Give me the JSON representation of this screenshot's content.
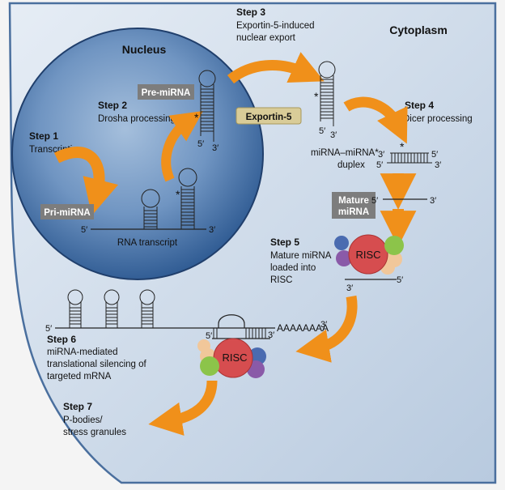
{
  "regions": {
    "nucleus": "Nucleus",
    "cytoplasm": "Cytoplasm"
  },
  "steps": [
    {
      "title": "Step 1",
      "lines": [
        "Transcription"
      ]
    },
    {
      "title": "Step 2",
      "lines": [
        "Drosha processing"
      ]
    },
    {
      "title": "Step 3",
      "lines": [
        "Exportin-5-induced",
        "nuclear export"
      ]
    },
    {
      "title": "Step 4",
      "lines": [
        "Dicer processing"
      ]
    },
    {
      "title": "Step 5",
      "lines": [
        "Mature miRNA",
        "loaded into",
        "RISC"
      ]
    },
    {
      "title": "Step 6",
      "lines": [
        "miRNA-mediated",
        "translational silencing of",
        "targeted mRNA"
      ]
    },
    {
      "title": "Step 7",
      "lines": [
        "P-bodies/",
        "stress granules"
      ]
    }
  ],
  "tags": {
    "pri_mirna": "Pri-miRNA",
    "pre_mirna": "Pre-miRNA",
    "exportin": "Exportin-5",
    "mature_mirna": [
      "Mature",
      "miRNA"
    ]
  },
  "labels": {
    "rna_transcript": "RNA transcript",
    "duplex": [
      "miRNA–miRNA*",
      "duplex"
    ],
    "risc": "RISC",
    "poly_a": "AAAAAAAA",
    "five_prime": "5′",
    "three_prime": "3′",
    "star": "*"
  },
  "colors": {
    "nucleus_core": "#5f86b6",
    "nucleus_edge": "#244e86",
    "cytoplasm": "#cfdbe8",
    "cytoplasm_edge": "#4a6f9e",
    "arrow": "#f0901a",
    "tag_gray": "#7d7d7d",
    "tag_exportin": "#d9cc98",
    "risc_core": "#d64d4f",
    "risc_purple": "#8a5aa8",
    "risc_blue": "#4a6bb0",
    "risc_green": "#8cc44a",
    "risc_peach": "#f1c79a"
  }
}
